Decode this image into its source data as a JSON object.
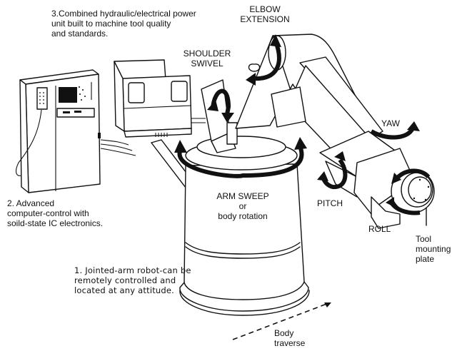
{
  "figure": {
    "title": "Jointed-arm industrial robot system",
    "colors": {
      "ink": "#111111",
      "background": "#ffffff"
    }
  },
  "labels": {
    "power_unit": "3.Combined hydraulic/electrical power\nunit built to machine tool quality\nand standards.",
    "elbow": "ELBOW\nEXTENSION",
    "shoulder": "SHOULDER\nSWIVEL",
    "yaw": "YAW",
    "pitch": "PITCH",
    "roll": "ROLL",
    "tool_plate": "Tool\nmounting\nplate",
    "controller": "2. Advanced\n    computer-control with\n    soild-state IC electronics.",
    "arm_sweep": "ARM SWEEP\nor\nbody rotation",
    "robot": "1. Jointed-arm robot-can be\n    remotely controlled and\n    located at any attitude.",
    "traverse": "Body\ntraverse"
  }
}
